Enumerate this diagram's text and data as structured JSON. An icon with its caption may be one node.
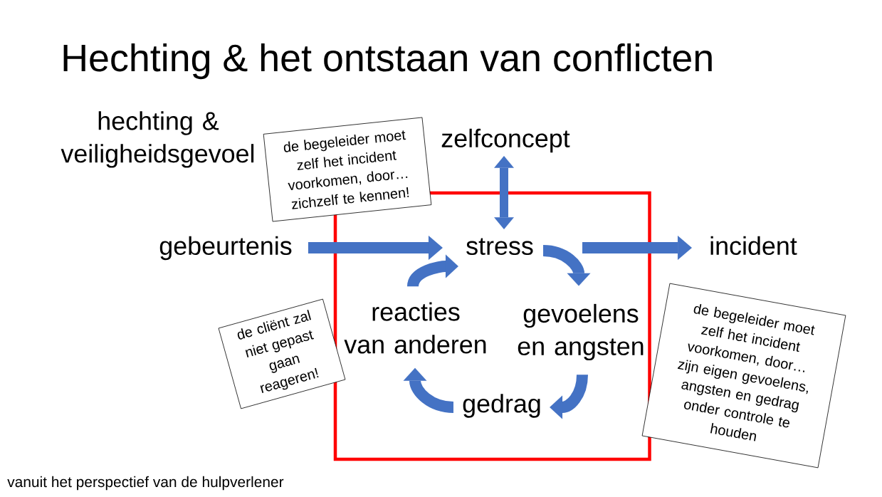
{
  "diagram": {
    "title": "Hechting & het ontstaan van conflicten",
    "nodes": [
      {
        "text": [
          "de begeleider moet zelf het incident voorkomen, door… zichzelf te kennen!"
        ]
      },
      {
        "text": [
          "zelfconcept"
        ]
      },
      {
        "text": [
          "gebeurtenis"
        ]
      },
      {
        "text": [],
        "shape": "box"
      },
      {
        "text": [
          "stress"
        ],
        "in": 3
      },
      {
        "text": [
          "incident"
        ]
      },
      {
        "text": [
          "de cliënt zal niet gepast gaan reageren!"
        ]
      },
      {
        "text": [
          "reacties van anderen"
        ],
        "in": 3
      },
      {
        "text": [
          "gevoelens en angsten"
        ],
        "in": 3
      },
      {
        "text": [
          "de begeleider moet zelf het incident voorkomen, door… zijn eigen gevoelens, angsten en gedrag onder controle te houden"
        ]
      },
      {
        "text": [
          "gedrag"
        ],
        "in": 3
      }
    ],
    "edges": [
      {
        "from": 2,
        "to": 4,
        "arrow": "to"
      },
      {
        "from": 4,
        "to": 5,
        "arrow": "to"
      },
      {
        "from": 1,
        "to": 4,
        "arrow": "both"
      },
      {
        "from": 4,
        "to": 8,
        "arrow": "to"
      },
      {
        "from": 8,
        "to": 10,
        "arrow": "to"
      },
      {
        "from": 10,
        "to": 7,
        "arrow": "to"
      },
      {
        "from": 7,
        "to": 4,
        "arrow": "to"
      }
    ],
    "labels": [
      "hechting & veiligheidsgevoel",
      "vanuit het perspectief van de hulpverlener"
    ]
  }
}
